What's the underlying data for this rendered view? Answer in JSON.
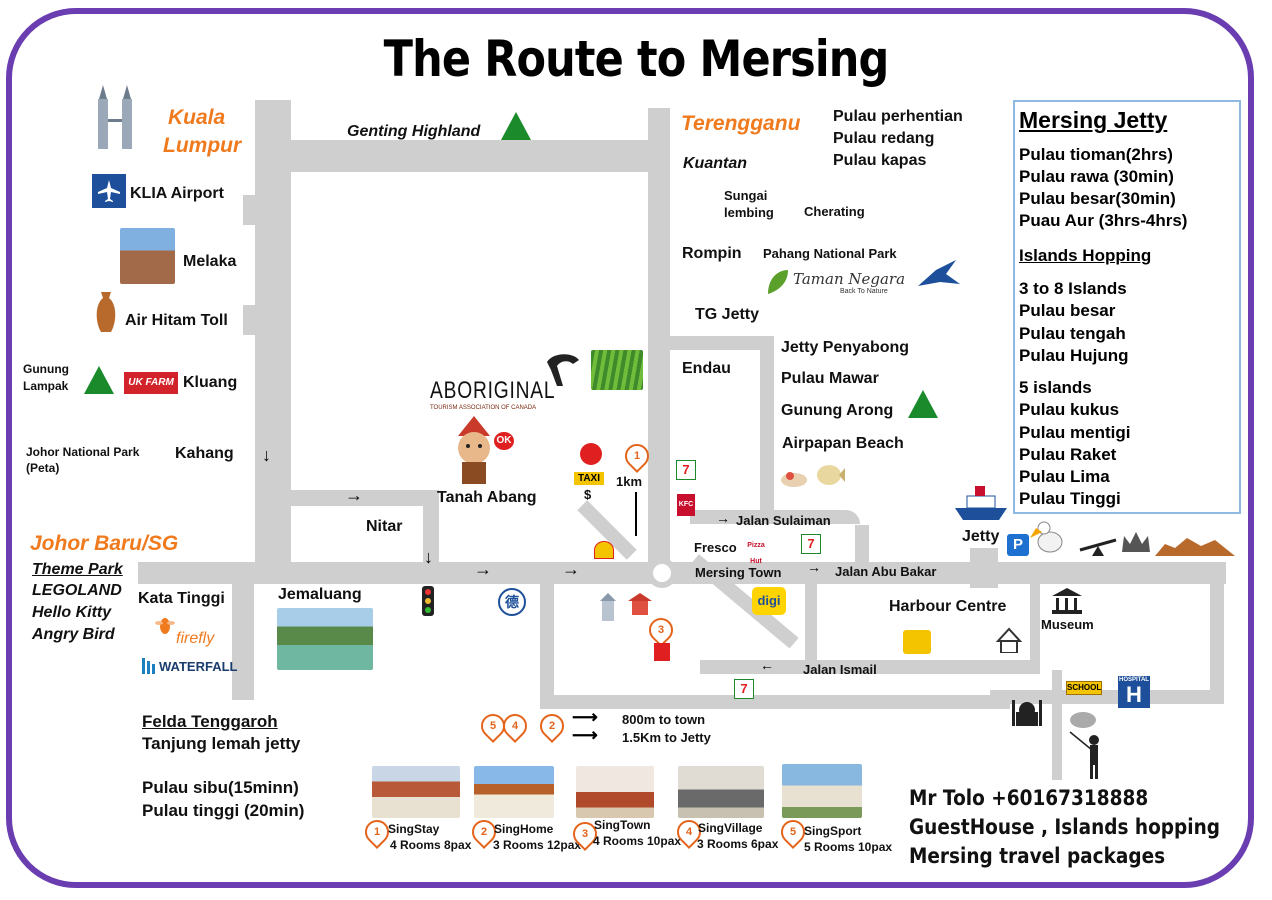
{
  "title": "The Route to Mersing",
  "left": {
    "kl1": "Kuala",
    "kl2": "Lumpur",
    "klia": "KLIA Airport",
    "melaka": "Melaka",
    "air_hitam": "Air Hitam Toll",
    "gunung_lampak1": "Gunung",
    "gunung_lampak2": "Lampak",
    "kluang": "Kluang",
    "ukfarm": "UK FARM",
    "johor_np1": "Johor National Park",
    "johor_np2": "(Peta)",
    "kahang": "Kahang",
    "johor_baru": "Johor Baru/SG",
    "theme_park": "Theme Park",
    "legoland": "LEGOLAND",
    "hello_kitty": "Hello Kitty",
    "angry_bird": "Angry Bird",
    "kata_tinggi": "Kata Tinggi",
    "firefly": "firefly",
    "waterfall": "WATERFALL",
    "jemaluang": "Jemaluang",
    "felda": "Felda Tenggaroh",
    "tanjung": "Tanjung lemah jetty",
    "sibu": "Pulau sibu(15minn)",
    "tinggi": "Pulau tinggi (20min)"
  },
  "center": {
    "genting": "Genting Highland",
    "nitar": "Nitar",
    "aboriginal": "ABORIGINAL",
    "aboriginal_sub": "TOURISM ASSOCIATION OF CANADA",
    "tanah_abang": "Tanah Abang",
    "taxi": "TAXI",
    "dollar": "$",
    "one_km": "1km",
    "shell": "Shell",
    "ok": "OK"
  },
  "east": {
    "terengganu": "Terengganu",
    "perhentian": "Pulau perhentian",
    "redang": "Pulau redang",
    "kapas": "Pulau kapas",
    "kuantan": "Kuantan",
    "sungai1": "Sungai",
    "sungai2": "lembing",
    "cherating": "Cherating",
    "rompin": "Rompin",
    "pahang_np": "Pahang National Park",
    "taman_negara": "Taman Negara",
    "back_to_nature": "Back To Nature",
    "tg_jetty": "TG Jetty",
    "endau": "Endau",
    "penyabong": "Jetty Penyabong",
    "mawar": "Pulau Mawar",
    "arong": "Gunung Arong",
    "airpapan": "Airpapan Beach"
  },
  "town": {
    "sulaiman": "Jalan Sulaiman",
    "fresco": "Fresco",
    "pizza": "Pizza Hut",
    "mersing_town": "Mersing Town",
    "abu_bakar": "Jalan Abu Bakar",
    "harbour": "Harbour Centre",
    "museum": "Museum",
    "ismail": "Jalan Ismail",
    "jetty": "Jetty",
    "digi": "digi",
    "school": "SCHOOL",
    "hospital": "HOSPITAL",
    "kfc": "KFC",
    "seven": "7"
  },
  "jetty_box": {
    "heading": "Mersing Jetty",
    "l1": "Pulau tioman(2hrs)",
    "l2": "Pulau rawa (30min)",
    "l3": "Pulau besar(30min)",
    "l4": "Puau Aur (3hrs-4hrs)",
    "hopping": "Islands Hopping",
    "h1": "3 to 8 Islands",
    "h2": "Pulau besar",
    "h3": "Pulau tengah",
    "h4": "Pulau Hujung",
    "five": "5 islands",
    "f1": "Pulau kukus",
    "f2": "Pulau mentigi",
    "f3": "Pulau Raket",
    "f4": "Pulau Lima",
    "f5": "Pulau Tinggi"
  },
  "distance": {
    "d1": "800m to town",
    "d2": "1.5Km to Jetty"
  },
  "pins": [
    "1",
    "2",
    "3",
    "4",
    "5"
  ],
  "stays": [
    {
      "num": "1",
      "name": "SingStay",
      "rooms": "4 Rooms 8pax"
    },
    {
      "num": "2",
      "name": "SingHome",
      "rooms": "3 Rooms 12pax"
    },
    {
      "num": "3",
      "name": "SingTown",
      "rooms": "4 Rooms 10pax"
    },
    {
      "num": "4",
      "name": "SingVillage",
      "rooms": "3 Rooms 6pax"
    },
    {
      "num": "5",
      "name": "SingSport",
      "rooms": "5 Rooms 10pax"
    }
  ],
  "contact": {
    "l1": "Mr Tolo +60167318888",
    "l2": "GuestHouse , Islands hopping",
    "l3": "Mersing travel packages"
  },
  "colors": {
    "frame": "#6a3db0",
    "orange": "#f07a1e",
    "road": "#cfcfcf",
    "triangle": "#1a8a2a",
    "pin": "#e3641a"
  }
}
